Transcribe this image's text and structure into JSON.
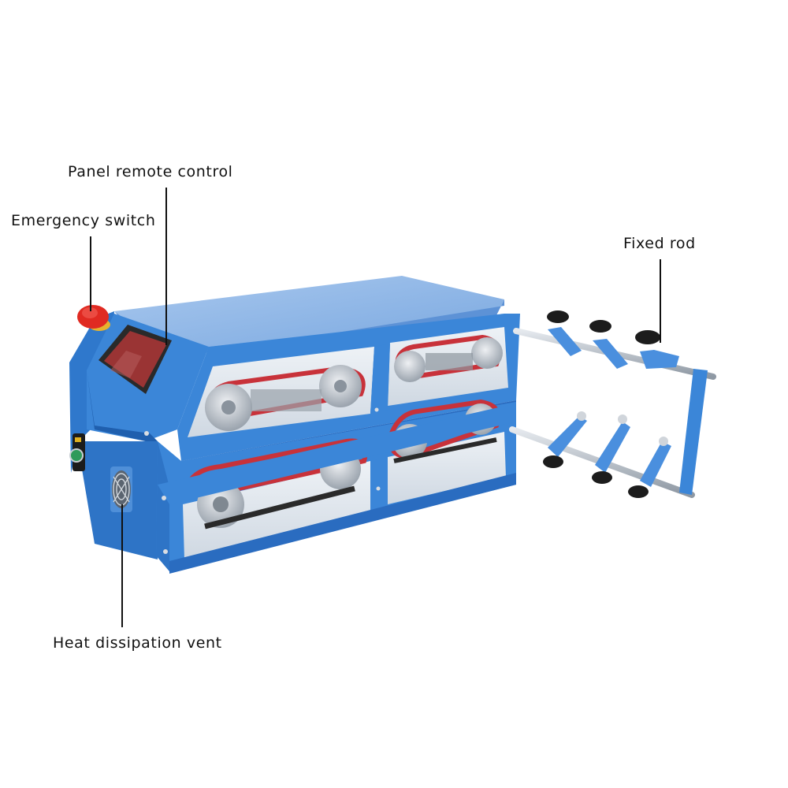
{
  "image": {
    "subject": "Blue belt-driven cable processing machine with wire guide rods",
    "background": "#ffffff"
  },
  "colors": {
    "frame_blue": "#3b86d8",
    "frame_blue_dark": "#2a6cc0",
    "frame_blue_light": "#6aa7e6",
    "top_panel": "#8fb8e8",
    "belt_red": "#c8323a",
    "pulley_gray": "#c9ced4",
    "window_glass": "#dfe6ee",
    "estop_red": "#e02a22",
    "estop_collar": "#f0c03a",
    "screen": "#9a3030",
    "knob_black": "#1c1c1c",
    "rod_steel": "#b9c1ca",
    "start_button_green": "#2e9a5a",
    "label_text": "#111111"
  },
  "callouts": [
    {
      "id": "panel-remote-control",
      "label": "Panel remote control"
    },
    {
      "id": "emergency-switch",
      "label": "Emergency switch"
    },
    {
      "id": "fixed-rod",
      "label": "Fixed rod"
    },
    {
      "id": "heat-dissipation-vent",
      "label": "Heat dissipation vent"
    }
  ]
}
